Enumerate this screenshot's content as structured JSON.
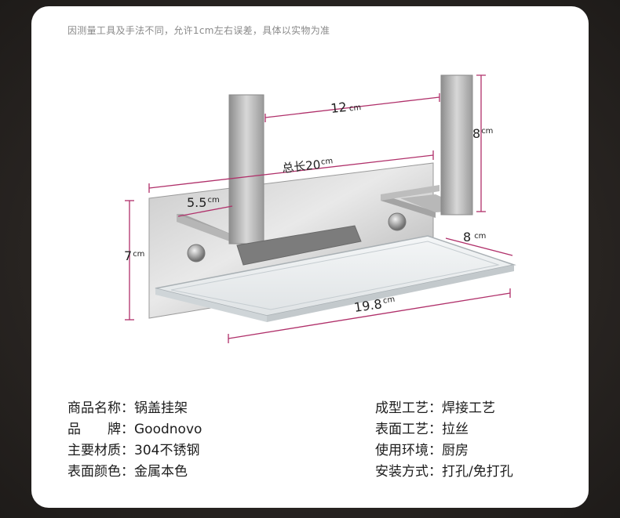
{
  "notice": "因测量工具及手法不同，允许1cm左右误差，具体以实物为准",
  "dimensions": {
    "hook_gap": {
      "value": "12",
      "unit": "cm"
    },
    "hook_height": {
      "value": "8",
      "unit": "cm"
    },
    "total_length": {
      "value": "总长20",
      "unit": "cm"
    },
    "hook_depth": {
      "value": "5.5",
      "unit": "cm"
    },
    "tray_depth": {
      "value": "8",
      "unit": "cm"
    },
    "plate_height": {
      "value": "7",
      "unit": "cm"
    },
    "tray_length": {
      "value": "19.8",
      "unit": "cm"
    }
  },
  "specs_left": [
    {
      "key": "商品名称：",
      "value": "锅盖挂架"
    },
    {
      "key": "品　　牌：",
      "value": "Goodnovo"
    },
    {
      "key": "主要材质：",
      "value": "304不锈钢"
    },
    {
      "key": "表面颜色：",
      "value": "金属本色"
    }
  ],
  "specs_right": [
    {
      "key": "成型工艺：",
      "value": "焊接工艺"
    },
    {
      "key": "表面工艺：",
      "value": "拉丝"
    },
    {
      "key": "使用环境：",
      "value": "厨房"
    },
    {
      "key": "安装方式：",
      "value": "打孔/免打孔"
    }
  ],
  "colors": {
    "dimension_line": "#b0306a",
    "steel_light": "#d9d9d9",
    "steel_dark": "#8e8e8e"
  }
}
